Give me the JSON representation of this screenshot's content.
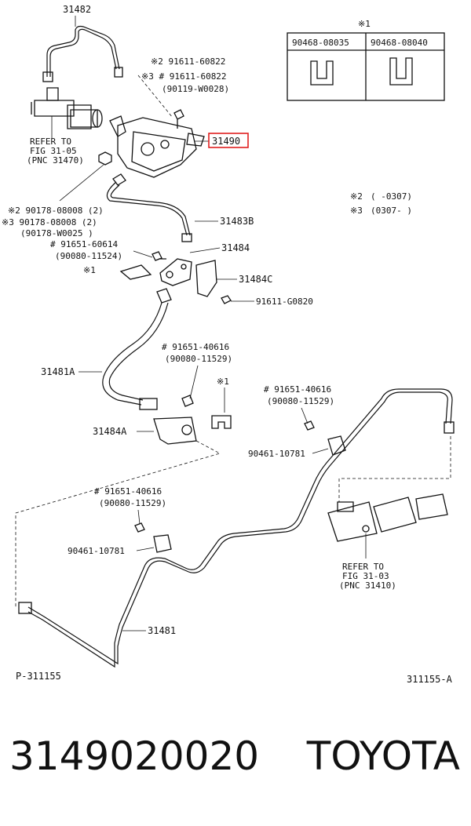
{
  "diagram": {
    "callouts": {
      "top_pipe": "31482",
      "bracket_main": "31490",
      "pipe_b": "31483B",
      "bracket_b": "31484",
      "bracket_c": "31484C",
      "hose_a": "31481A",
      "bracket_a": "31484A",
      "pipe_main": "31481"
    },
    "bolts": {
      "m2_9161160822": "※2 91611-60822",
      "m3_9161160822": "※3 # 91611-60822",
      "p_90119w0028": "(90119-W0028)",
      "m2_9017808008": "※2 90178-08008 (2)",
      "m3_9017808008": "※3 90178-08008 (2)",
      "p_90178w0025": "(90178-W0025 )",
      "h_9165160614": "# 91651-60614",
      "p_9008011524": "(90080-11524)",
      "b_91611g0820": "91611-G0820",
      "h_9165140616_a": "# 91651-40616",
      "p_9008011529_a": "(90080-11529)",
      "h_9165140616_b": "# 91651-40616",
      "p_9008011529_b": "(90080-11529)",
      "clip_a": "90461-10781",
      "h_9165140616_c": "# 91651-40616",
      "p_9008011529_c": "(90080-11529)",
      "clip_b": "90461-10781"
    },
    "marks": {
      "m1_a": "※1",
      "m1_b": "※1"
    },
    "refers": {
      "left_line1": "REFER TO",
      "left_line2": "FIG 31-05",
      "left_line3": "(PNC 31470)",
      "right_line1": "REFER TO",
      "right_line2": "FIG 31-03",
      "right_line3": "(PNC 31410)"
    },
    "legend_table": {
      "mark": "※1",
      "col1": "90468-08035",
      "col2": "90468-08040"
    },
    "notes": {
      "n2_mark": "※2",
      "n2_text": "(      -0307)",
      "n3_mark": "※3",
      "n3_text": "(0307-      )"
    },
    "codes": {
      "left": "P-311155",
      "right": "311155-A"
    },
    "highlight_color": "#e02020"
  },
  "footer": {
    "part_number": "3149020020",
    "brand": "TOYOTA"
  }
}
